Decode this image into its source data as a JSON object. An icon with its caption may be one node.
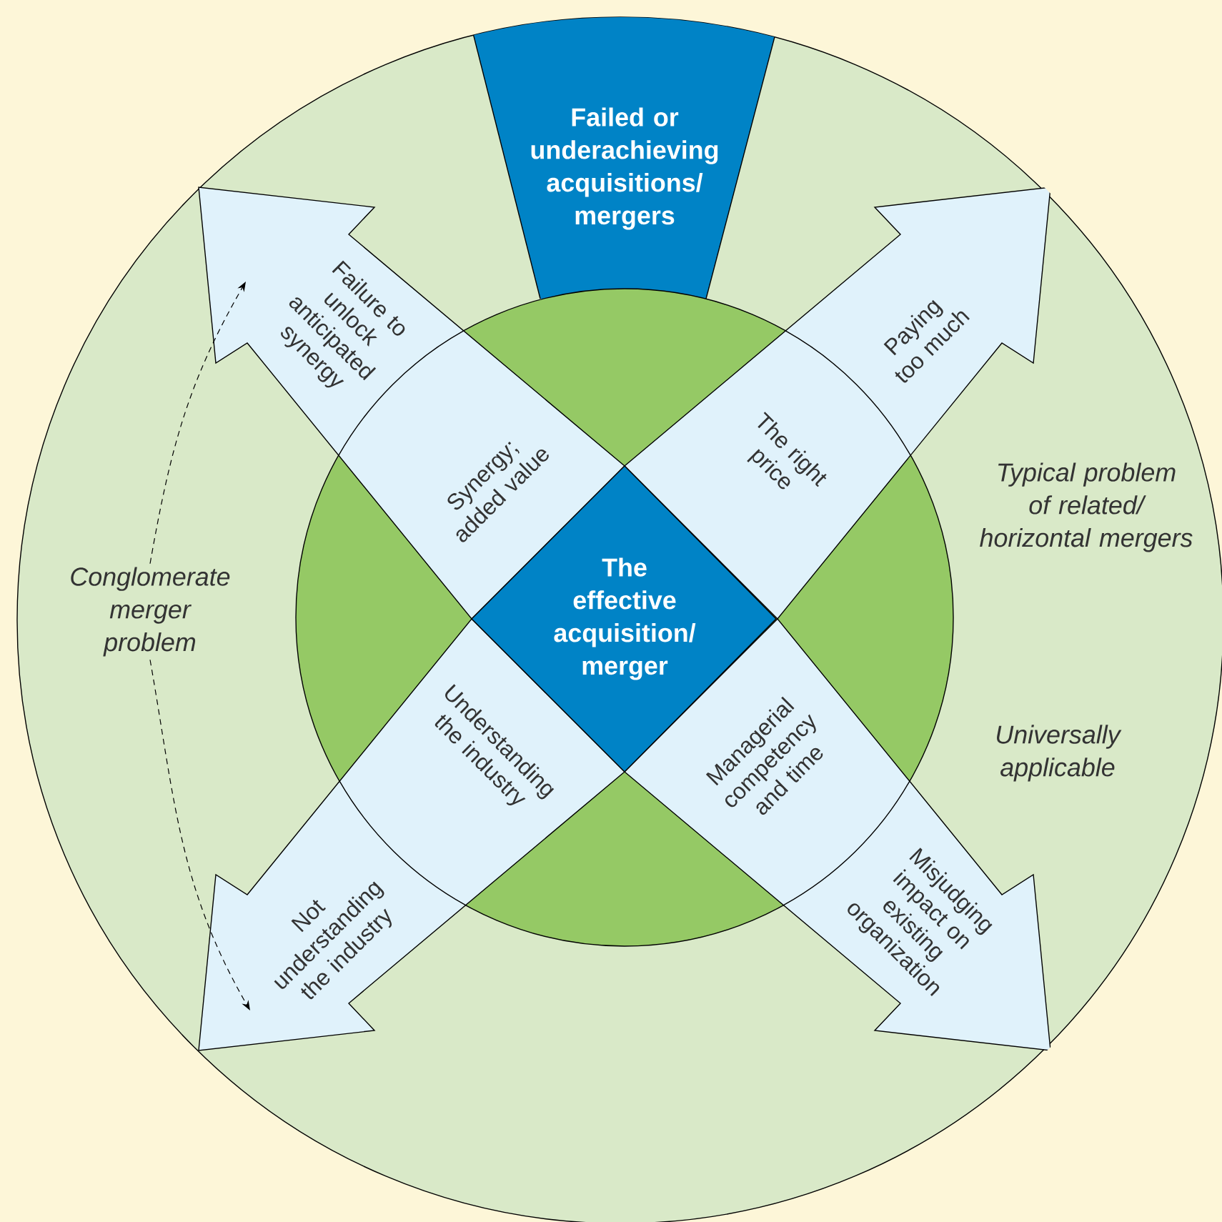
{
  "diagram": {
    "nodes": [
      {
        "text": [],
        "shape": "circle"
      },
      {
        "text": [
          "Failed or underachieving acquisitions/ mergers"
        ],
        "in": 0
      },
      {
        "text": [
          "Synergy; added value",
          "Failure to unlock anticipated synergy"
        ],
        "in": 0
      },
      {
        "text": [
          "The right price",
          "Paying too much"
        ],
        "in": 0
      },
      {
        "text": [],
        "shape": "circle",
        "in": 0
      },
      {
        "text": [
          "Conglomerate merger problem"
        ],
        "in": 0
      },
      {
        "text": [
          "The effective acquisition/ merger"
        ],
        "in": 4
      },
      {
        "text": [
          "Understanding the industry",
          "Not understanding the industry"
        ],
        "in": 0
      },
      {
        "text": [
          "Managerial competency and time",
          "Misjudging impact on existing organization"
        ],
        "in": 0
      }
    ],
    "edges": [
      {
        "from": 5,
        "to": 2,
        "arrow": "to",
        "style": "dashed"
      },
      {
        "from": 5,
        "to": 7,
        "arrow": "to",
        "style": "dashed"
      }
    ],
    "labels": [
      "Typical problem of related/ horizontal mergers",
      "Universally applicable"
    ]
  }
}
